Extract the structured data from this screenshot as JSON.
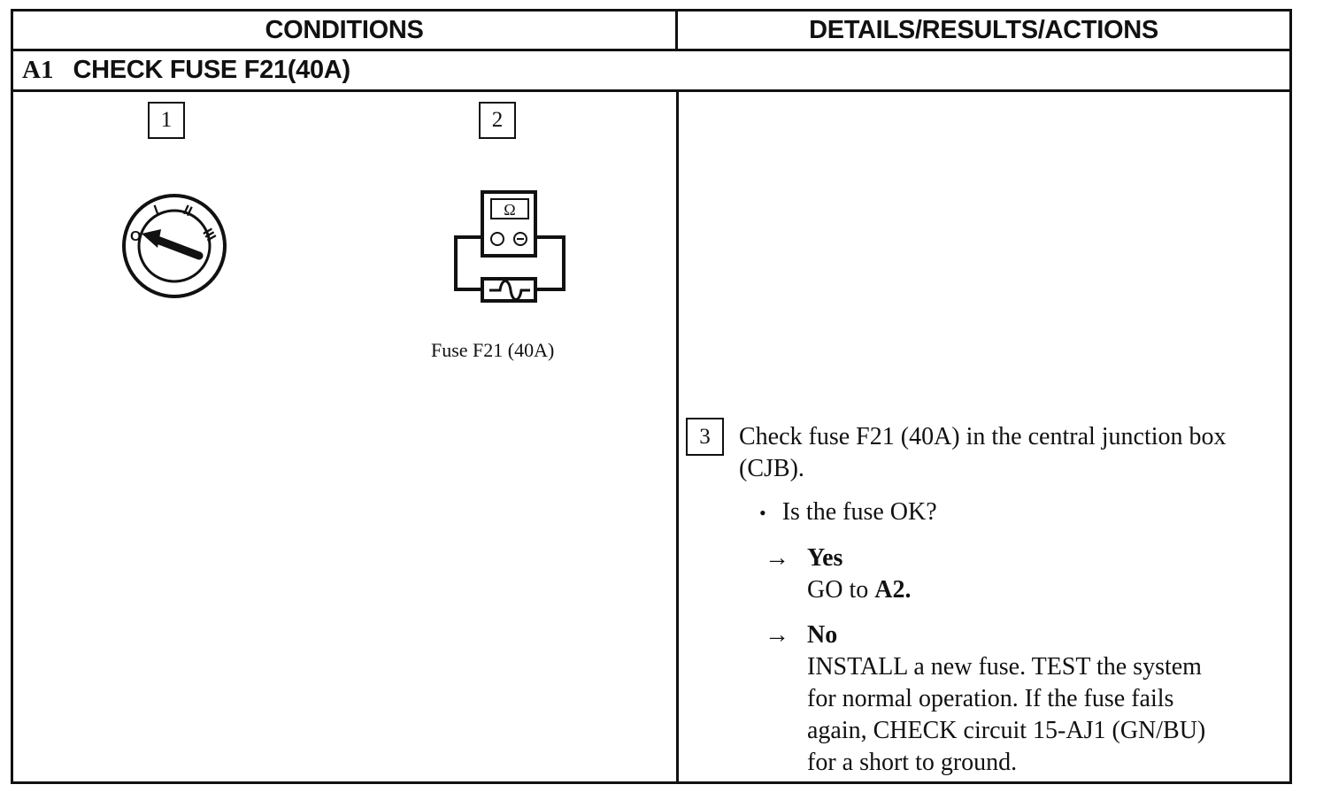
{
  "table": {
    "header_conditions": "CONDITIONS",
    "header_details": "DETAILS/RESULTS/ACTIONS",
    "step_id": "A1",
    "step_title": "CHECK FUSE F21(40A)"
  },
  "figures": {
    "box1": "1",
    "box2": "2",
    "ignition_marks": [
      "O",
      "I",
      "II",
      "III"
    ],
    "meter_symbol": "Ω",
    "meter_minus": "⊖",
    "fuse_caption": "Fuse F21 (40A)"
  },
  "details": {
    "box3": "3",
    "instruction_line1": "Check fuse F21 (40A) in the central junction box",
    "instruction_line2": "(CJB).",
    "question": "Is the fuse OK?",
    "yes_label": "Yes",
    "yes_action_prefix": "GO to",
    "yes_action_target": "A2.",
    "no_label": "No",
    "no_action_lines": [
      "INSTALL a new fuse. TEST the system",
      "for normal operation. If the fuse fails",
      "again, CHECK circuit 15-AJ1 (GN/BU)",
      "for a short to ground."
    ],
    "arrow_glyph": "→",
    "bullet_glyph": "•"
  }
}
